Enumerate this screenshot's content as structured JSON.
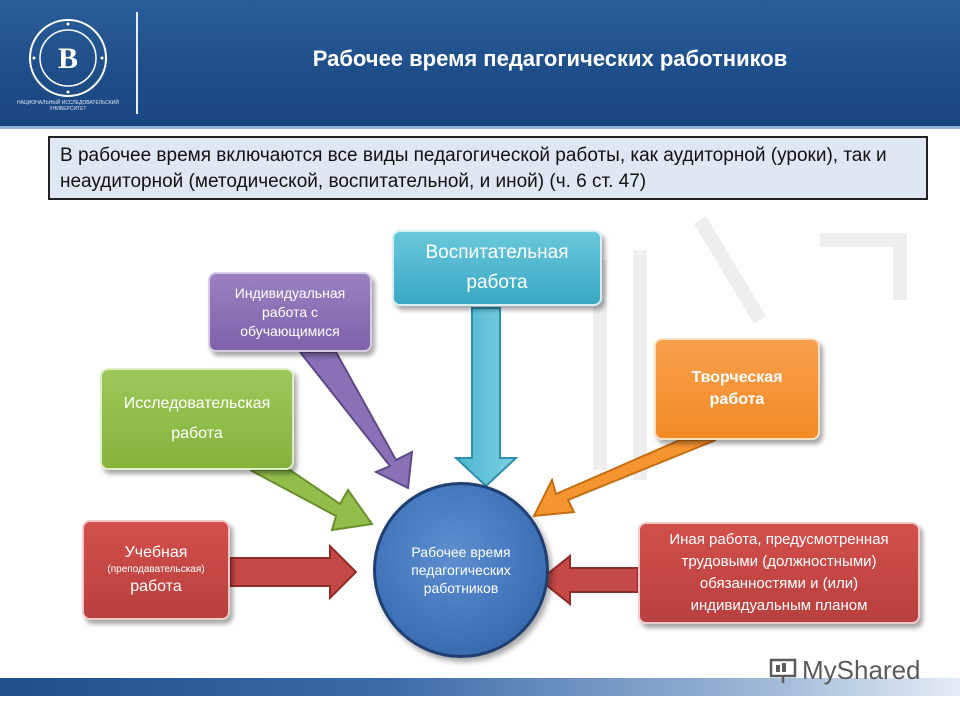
{
  "header": {
    "title": "Рабочее время педагогических работников",
    "logo_caption": "НАЦИОНАЛЬНЫЙ ИССЛЕДОВАТЕЛЬСКИЙ УНИВЕРСИТЕТ"
  },
  "intro": {
    "text": "В рабочее время включаются все виды педагогической работы, как аудиторной (уроки), так и неаудиторной (методической, воспитательной, и иной) (ч. 6 ст. 47)"
  },
  "diagram": {
    "center": "Рабочее время педагогических работников",
    "nodes": {
      "vospitatelnaya": {
        "line1": "Воспитательная",
        "line2": "работа",
        "color": "#4bb5cf"
      },
      "individualnaya": {
        "text": "Индивидуальная работа с обучающимися",
        "color": "#8a70b5"
      },
      "issledovatelskaya": {
        "line1": "Исследовательская",
        "line2": "работа",
        "color": "#92bd4b"
      },
      "tvorcheskaya": {
        "line1": "Творческая",
        "line2": "работа",
        "color": "#f5952f"
      },
      "uchebnaya": {
        "line1": "Учебная",
        "line2": "(преподавательская)",
        "line3": "работа",
        "color": "#c44845"
      },
      "inaya": {
        "text": "Иная работа, предусмотренная трудовыми (должностными) обязанностями и (или) индивидуальным планом",
        "color": "#c44845"
      }
    }
  },
  "footer": {
    "brand": "MyShared"
  }
}
